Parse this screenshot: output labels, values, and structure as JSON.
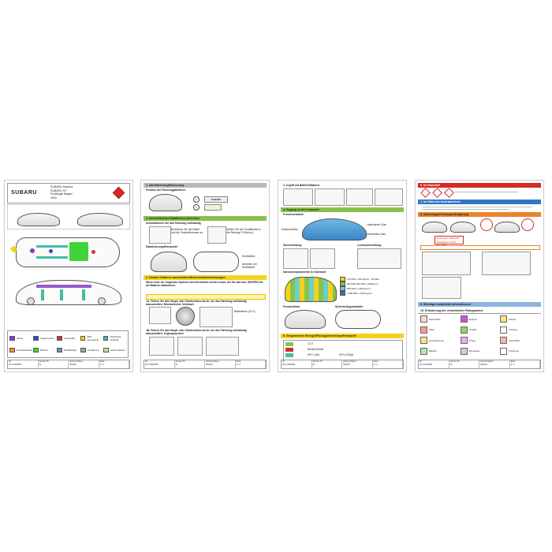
{
  "page1": {
    "brand": "SUBARU",
    "lines": [
      "SUBARU Impreza",
      "SUBARU XV",
      "Fünftürige Wagen",
      "2016"
    ],
    "legend": [
      "Airbag",
      "Gasgenerator",
      "Gurtstraffer",
      "SRS Steuergerät",
      "Sicherheits-Gurtkraft",
      "Hochvoltbatterie",
      "Batterie",
      "Stoßdämpfer",
      "Verstärkung",
      "Gasdruckfeder"
    ],
    "footer": [
      "ID",
      "Version Nr.",
      "Version Datum",
      "Seite",
      "JP-1719/5000",
      "01",
      "05/2017",
      "1 / 4"
    ]
  },
  "page2": {
    "sections": [
      "1. Identifizierung/Erkennung",
      "2. Immobilisieren/Stabilisieren/Anheben",
      "3. Direkte Gefahren ausschalten/Sicherheitsbestimmungen"
    ],
    "sub1": "Position der Fahrzeugpaketierer",
    "sub2a": "Immobilisieren Sie das Fahrzeug vollständig",
    "sub2b": "Stabilisierung/Hebepunkt",
    "notes": [
      "Blockieren Sie die Räder und die Feststellbremse an.",
      "Stellen Sie den Schalthebel in die Stellung P (Parken)."
    ],
    "labels": [
      "Stoßstellen",
      "Anheben der Stoßstellen"
    ],
    "warn": "Wenn einer der folgenden Systeme bereits bedient werden muss, bei Sie das mal, DROPEN Sie die Batterie abklemmen.",
    "step1": "1A. Führen Sie das Haupt- oder Zündschloss durch, um das Fahrzeug vollständig abzuschalten. Mechanischer Schlüssel",
    "step2": "1B. Führen Sie das Haupt- oder Zündschloss durch, um das Fahrzeug vollständig abzuschalten. Zugangssystem",
    "batt": "Batteriebox (12 V)",
    "badge": "SUBARU",
    "footer": [
      "ID",
      "Version Nr.",
      "Version Datum",
      "Seite",
      "JP-1719/5000",
      "01",
      "05/2017",
      "2 / 4"
    ]
  },
  "page3": {
    "sections": [
      "4. Zugang zu den Insassen",
      "5. Gespeicherte Energie/Flüssigkeiten/Gase/Feststoffe"
    ],
    "top": "4. Zugriff auf Batterie/Batterie",
    "sub": [
      "Fensterscheiben",
      "Sitzverstellung",
      "Lenkradverstellung",
      "Karosserieparamente im Stichwort",
      "Fensterkleber",
      "Sicherheitsgurtstraffer"
    ],
    "labels": [
      "Seitenscheibe",
      "Laminiertes Glas",
      "Gehärtetes Glas"
    ],
    "legend": [
      "370 MPa ≤ 520 kg/cm², 740 MPa",
      "980 MPa-980 MPa ≤ 660kg/cm²",
      "980 MPa ≤ 1000 kg/cm²",
      "1.480 MPa ≤ 1500 kg/cm²"
    ],
    "energy": [
      "12 V",
      "Benzin/Diesel",
      "HFC-134a",
      "HFO-1234yf"
    ],
    "footer": [
      "ID",
      "Version Nr.",
      "Version Datum",
      "Seite",
      "JP-1719/5000",
      "01",
      "05/2017",
      "3 / 4"
    ]
  },
  "page4": {
    "sections": [
      "6. Im Brandfall",
      "7. Im Falle des Untertauchens",
      "8. Abschleppen/Transport/Lagerung",
      "9. Wichtige zusätzliche Informationen",
      "10. Erläuterung der verwendeten Piktogramme"
    ],
    "tow": [
      "Abschleppen ERLAUBT",
      "Abschleppen NICHT ERLAUBT"
    ],
    "icons": [
      "Entzündlich",
      "Explosiv",
      "Ätzend",
      "Giftig",
      "Umwelt",
      "Achtung",
      "Hochspannung",
      "Airbag",
      "Gurtstraffer",
      "Batterie",
      "Karosserie",
      "Sicherung"
    ],
    "footer": [
      "ID",
      "Version Nr.",
      "Version Datum",
      "Seite",
      "JP-1719/5000",
      "01",
      "05/2017",
      "4 / 4"
    ]
  },
  "colors": {
    "green": "#89c24b",
    "yellow": "#f3d21e",
    "red": "#d52b23",
    "blue": "#2f76c9",
    "orange": "#e8852b",
    "grey": "#b9b9b9"
  }
}
